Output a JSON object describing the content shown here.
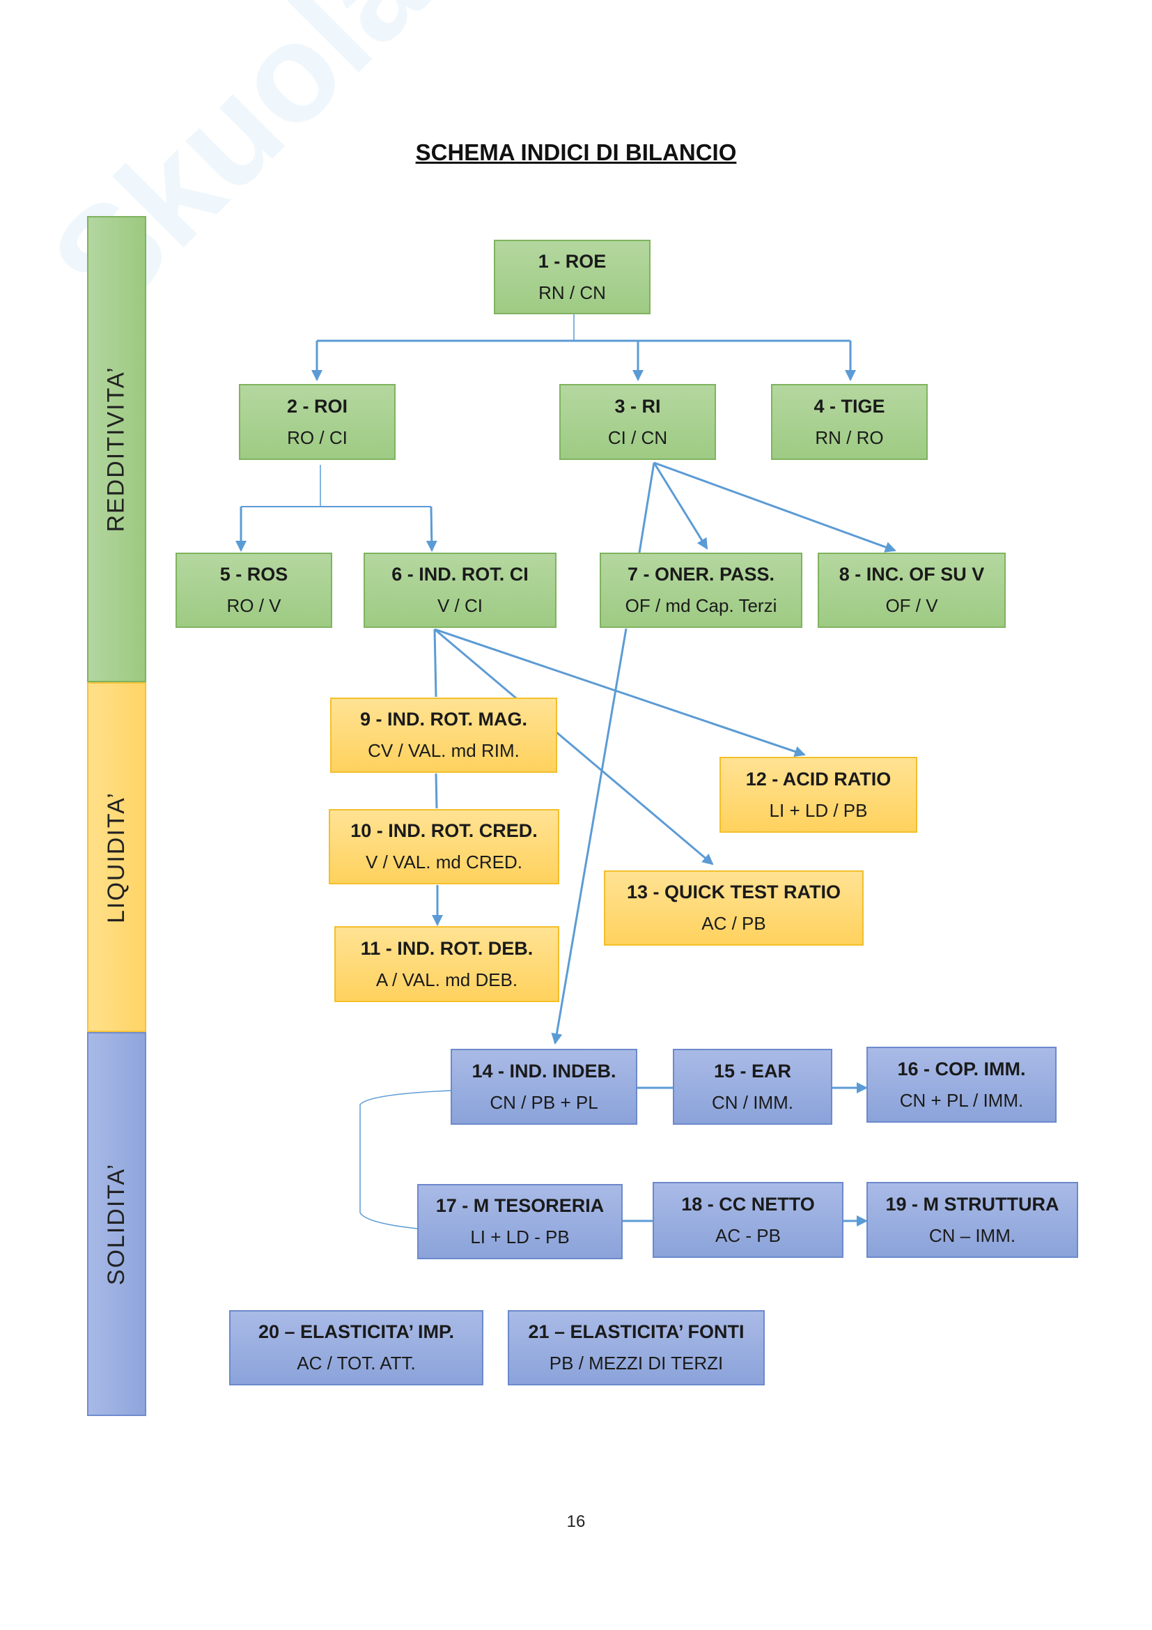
{
  "title": "SCHEMA INDICI DI BILANCIO",
  "watermark": "Skuola.net",
  "sections": {
    "redditivita": "REDDITIVITA’",
    "liquidita": "LIQUIDITA’",
    "solidita": "SOLIDITA’"
  },
  "colors": {
    "green": "#a9d18e",
    "yellow": "#ffd966",
    "blue": "#8faadc",
    "connector": "#5b9bd5"
  },
  "boxes": [
    {
      "title": "1 - ROE",
      "formula": "RN / CN"
    },
    {
      "title": "2 - ROI",
      "formula": "RO / CI"
    },
    {
      "title": "3 - RI",
      "formula": "CI / CN"
    },
    {
      "title": "4 - TIGE",
      "formula": "RN / RO"
    },
    {
      "title": "5 - ROS",
      "formula": "RO / V"
    },
    {
      "title": "6 - IND. ROT. CI",
      "formula": "V / CI"
    },
    {
      "title": "7 - ONER. PASS.",
      "formula": "OF / md Cap. Terzi"
    },
    {
      "title": "8 - INC. OF SU V",
      "formula": "OF / V"
    },
    {
      "title": "9 - IND. ROT. MAG.",
      "formula": "CV / VAL. md RIM."
    },
    {
      "title": "10 - IND. ROT. CRED.",
      "formula": "V / VAL. md CRED."
    },
    {
      "title": "11 - IND. ROT. DEB.",
      "formula": "A / VAL. md DEB."
    },
    {
      "title": "12 - ACID RATIO",
      "formula": "LI + LD / PB"
    },
    {
      "title": "13 - QUICK TEST RATIO",
      "formula": "AC / PB"
    },
    {
      "title": "14 - IND. INDEB.",
      "formula": "CN / PB + PL"
    },
    {
      "title": "15 - EAR",
      "formula": "CN / IMM."
    },
    {
      "title": "16 - COP. IMM.",
      "formula": "CN + PL / IMM."
    },
    {
      "title": "17 - M TESORERIA",
      "formula": "LI + LD - PB"
    },
    {
      "title": "18 - CC NETTO",
      "formula": "AC - PB"
    },
    {
      "title": "19 - M STRUTTURA",
      "formula": "CN – IMM."
    },
    {
      "title": "20 – ELASTICITA’ IMP.",
      "formula": "AC / TOT. ATT."
    },
    {
      "title": "21 – ELASTICITA’ FONTI",
      "formula": "PB / MEZZI DI TERZI"
    }
  ],
  "page_number": "16"
}
